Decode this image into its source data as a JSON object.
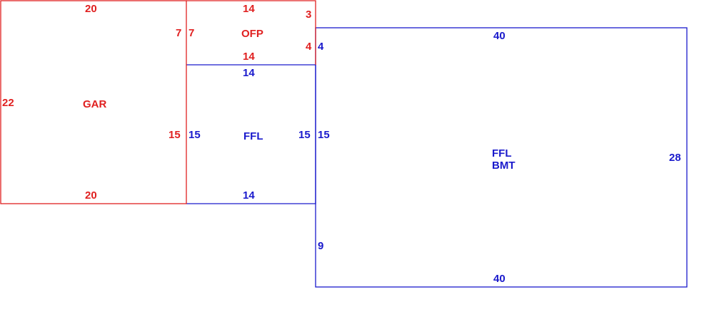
{
  "colors": {
    "red": "#e02020",
    "blue": "#1a1acc"
  },
  "areas": {
    "gar": {
      "label": "GAR",
      "dims": {
        "top": "20",
        "bottom": "20",
        "left": "22",
        "right": "15",
        "right_upper": "7"
      }
    },
    "ofp": {
      "label": "OFP",
      "dims": {
        "top": "14",
        "bottom": "14",
        "left": "7",
        "right_top": "3",
        "right_bottom": "4"
      }
    },
    "ffl": {
      "label": "FFL",
      "dims": {
        "top": "14",
        "bottom": "14",
        "left": "15",
        "right": "15"
      }
    },
    "ffl_bmt": {
      "label_line1": "FFL",
      "label_line2": "BMT",
      "dims": {
        "top": "40",
        "bottom": "40",
        "left_upper": "4",
        "left_mid": "15",
        "left_lower": "9",
        "right": "28"
      }
    }
  }
}
